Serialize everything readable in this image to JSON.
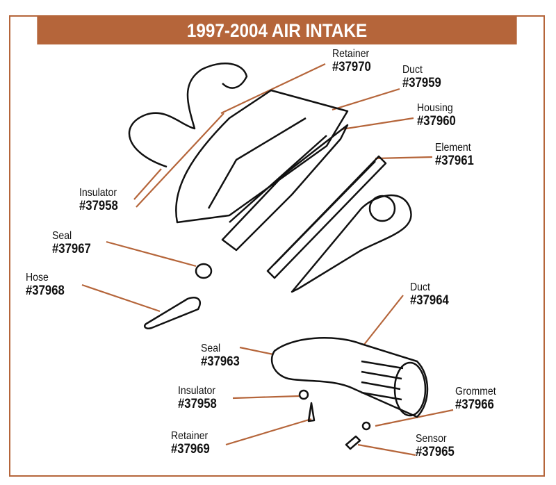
{
  "title": "1997-2004 AIR INTAKE",
  "accent_color": "#b5653a",
  "parts": [
    {
      "name": "Retainer",
      "number": "#37970"
    },
    {
      "name": "Duct",
      "number": "#37959"
    },
    {
      "name": "Housing",
      "number": "#37960"
    },
    {
      "name": "Element",
      "number": "#37961"
    },
    {
      "name": "Insulator",
      "number": "#37958"
    },
    {
      "name": "Seal",
      "number": "#37967"
    },
    {
      "name": "Hose",
      "number": "#37968"
    },
    {
      "name": "Duct",
      "number": "#37964"
    },
    {
      "name": "Seal",
      "number": "#37963"
    },
    {
      "name": "Insulator",
      "number": "#37958"
    },
    {
      "name": "Retainer",
      "number": "#37969"
    },
    {
      "name": "Grommet",
      "number": "#37966"
    },
    {
      "name": "Sensor",
      "number": "#37965"
    }
  ]
}
